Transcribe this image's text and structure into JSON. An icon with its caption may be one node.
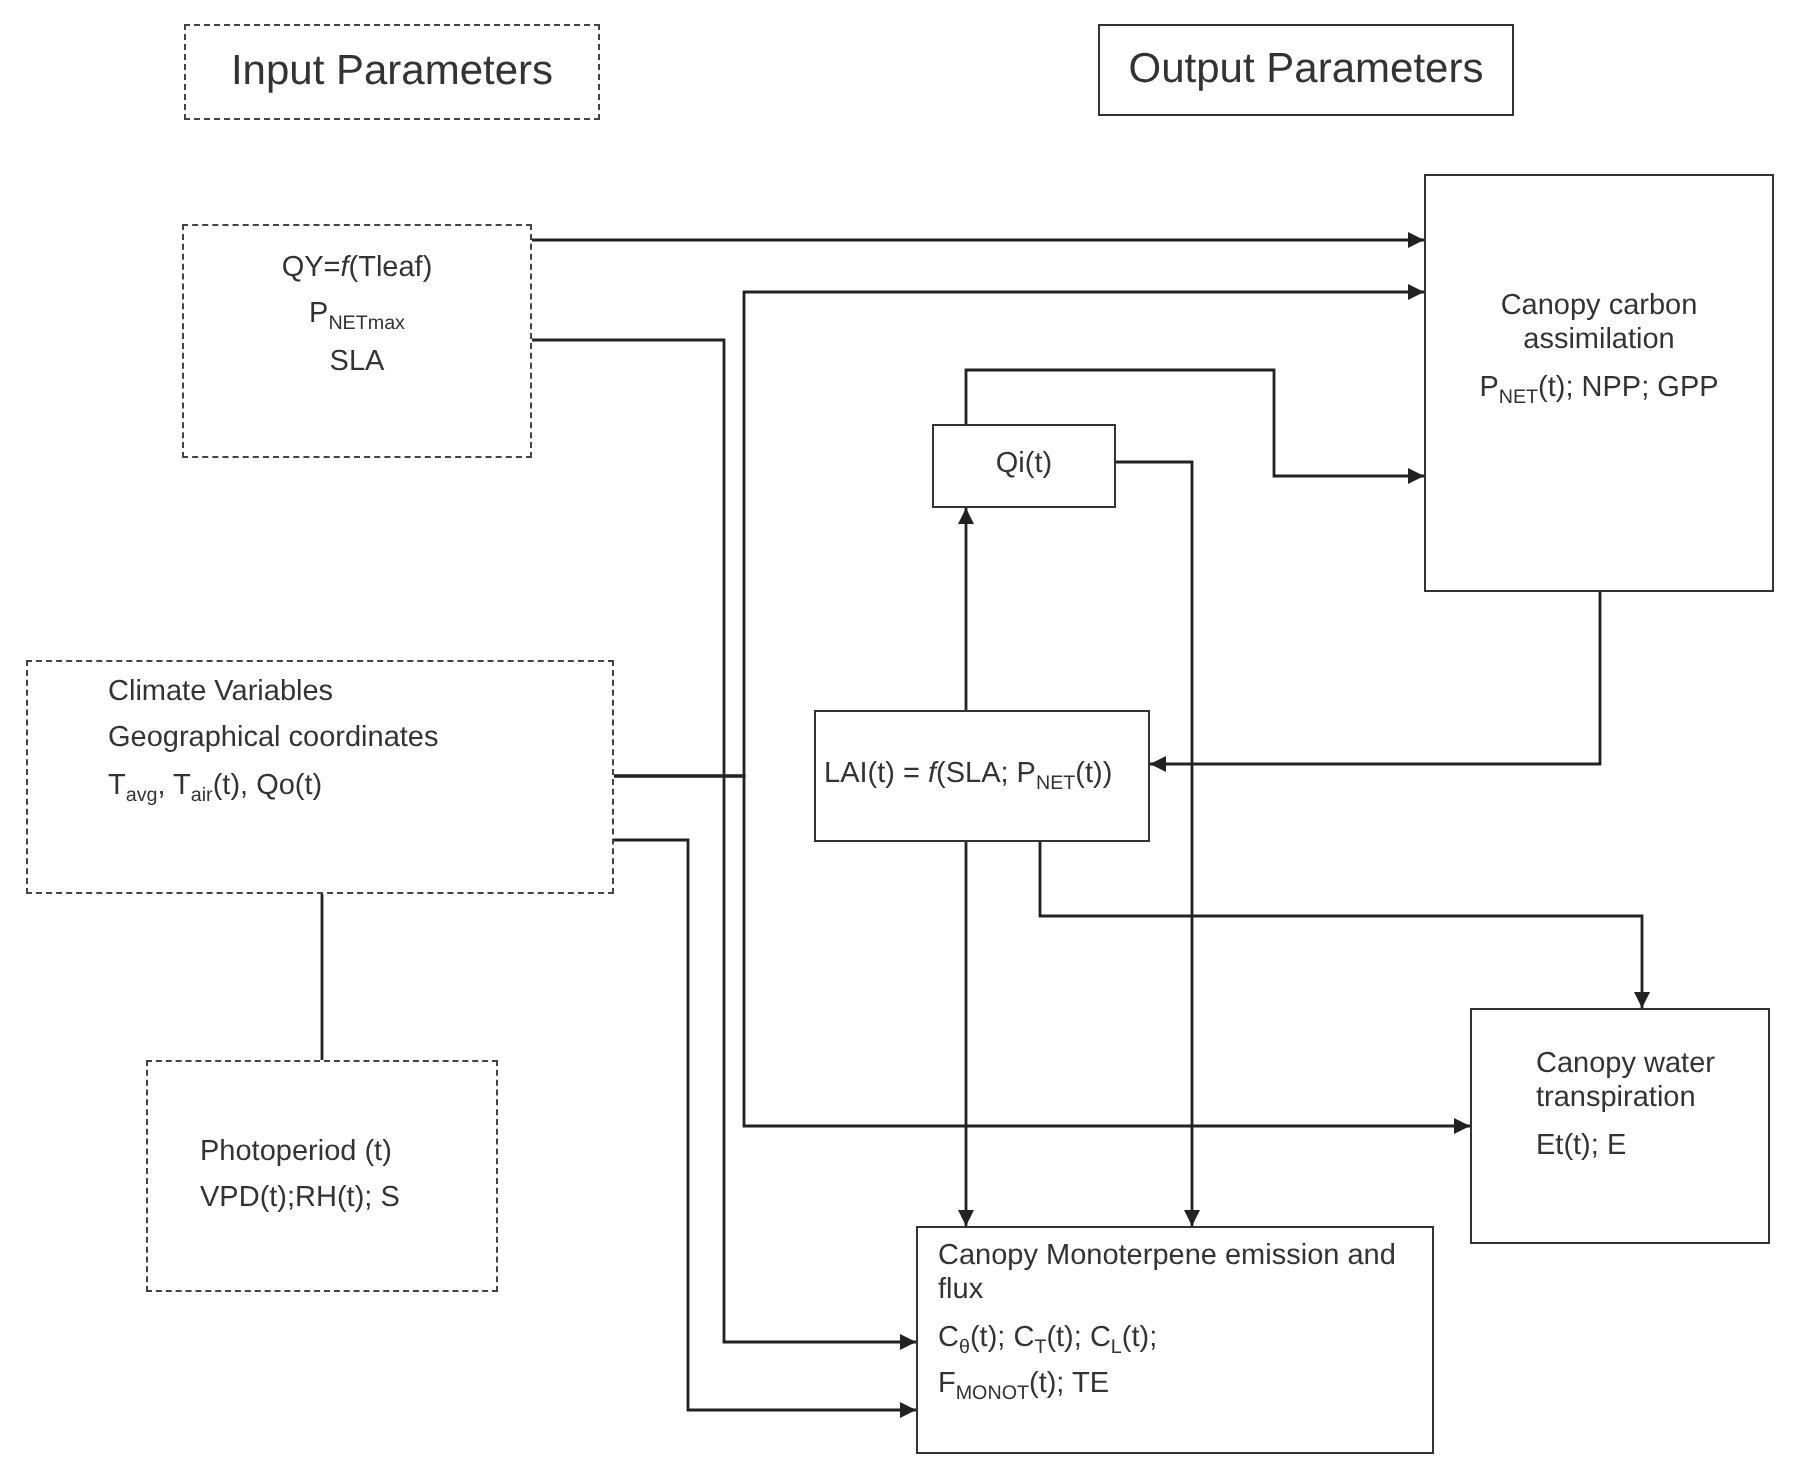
{
  "diagram": {
    "nodes": [
      {
        "text": [
          "Input Parameters"
        ]
      },
      {
        "text": [
          "Output Parameters"
        ]
      },
      {
        "text": [
          "QY=*f*(Tleaf)",
          "P$_{NETmax}$",
          "SLA"
        ]
      },
      {
        "text": [
          "Climate Variables",
          "Geographical coordinates",
          "T$_{avg}$, T$_{air}$(t), Qo(t)"
        ]
      },
      {
        "text": [
          "Photoperiod (t)",
          "VPD(t);RH(t); S"
        ]
      },
      {
        "text": [
          "Canopy carbon assimilation",
          "P$_{NET}$(t); NPP; GPP"
        ]
      },
      {
        "text": [
          "Qi(t)"
        ]
      },
      {
        "text": [
          "LAI(t) = *f*(SLA; P$_{NET}$(t))"
        ]
      },
      {
        "text": [
          "Canopy water transpiration",
          "Et(t); E"
        ]
      },
      {
        "text": [
          "Canopy Monoterpene emission and flux",
          "C$_{θ}$(t); C$_{T}$(t); C$_{L}$(t);",
          "F$_{MONOT}$(t); TE"
        ]
      }
    ],
    "edges": [
      {
        "from": 2,
        "to": 5,
        "arrow": "to"
      },
      {
        "from": 3,
        "to": 5,
        "arrow": "to"
      },
      {
        "from": 3,
        "to": 8,
        "arrow": "to"
      },
      {
        "from": 2,
        "to": 9,
        "arrow": "to"
      },
      {
        "from": 3,
        "to": 9,
        "arrow": "to"
      },
      {
        "from": 3,
        "to": 4,
        "arrow": "none"
      },
      {
        "from": 7,
        "to": 6,
        "arrow": "to"
      },
      {
        "from": 6,
        "to": 5,
        "arrow": "to"
      },
      {
        "from": 6,
        "to": 9,
        "arrow": "to"
      },
      {
        "from": 5,
        "to": 7,
        "arrow": "to"
      },
      {
        "from": 7,
        "to": 9,
        "arrow": "to"
      },
      {
        "from": 7,
        "to": 8,
        "arrow": "to"
      }
    ]
  }
}
